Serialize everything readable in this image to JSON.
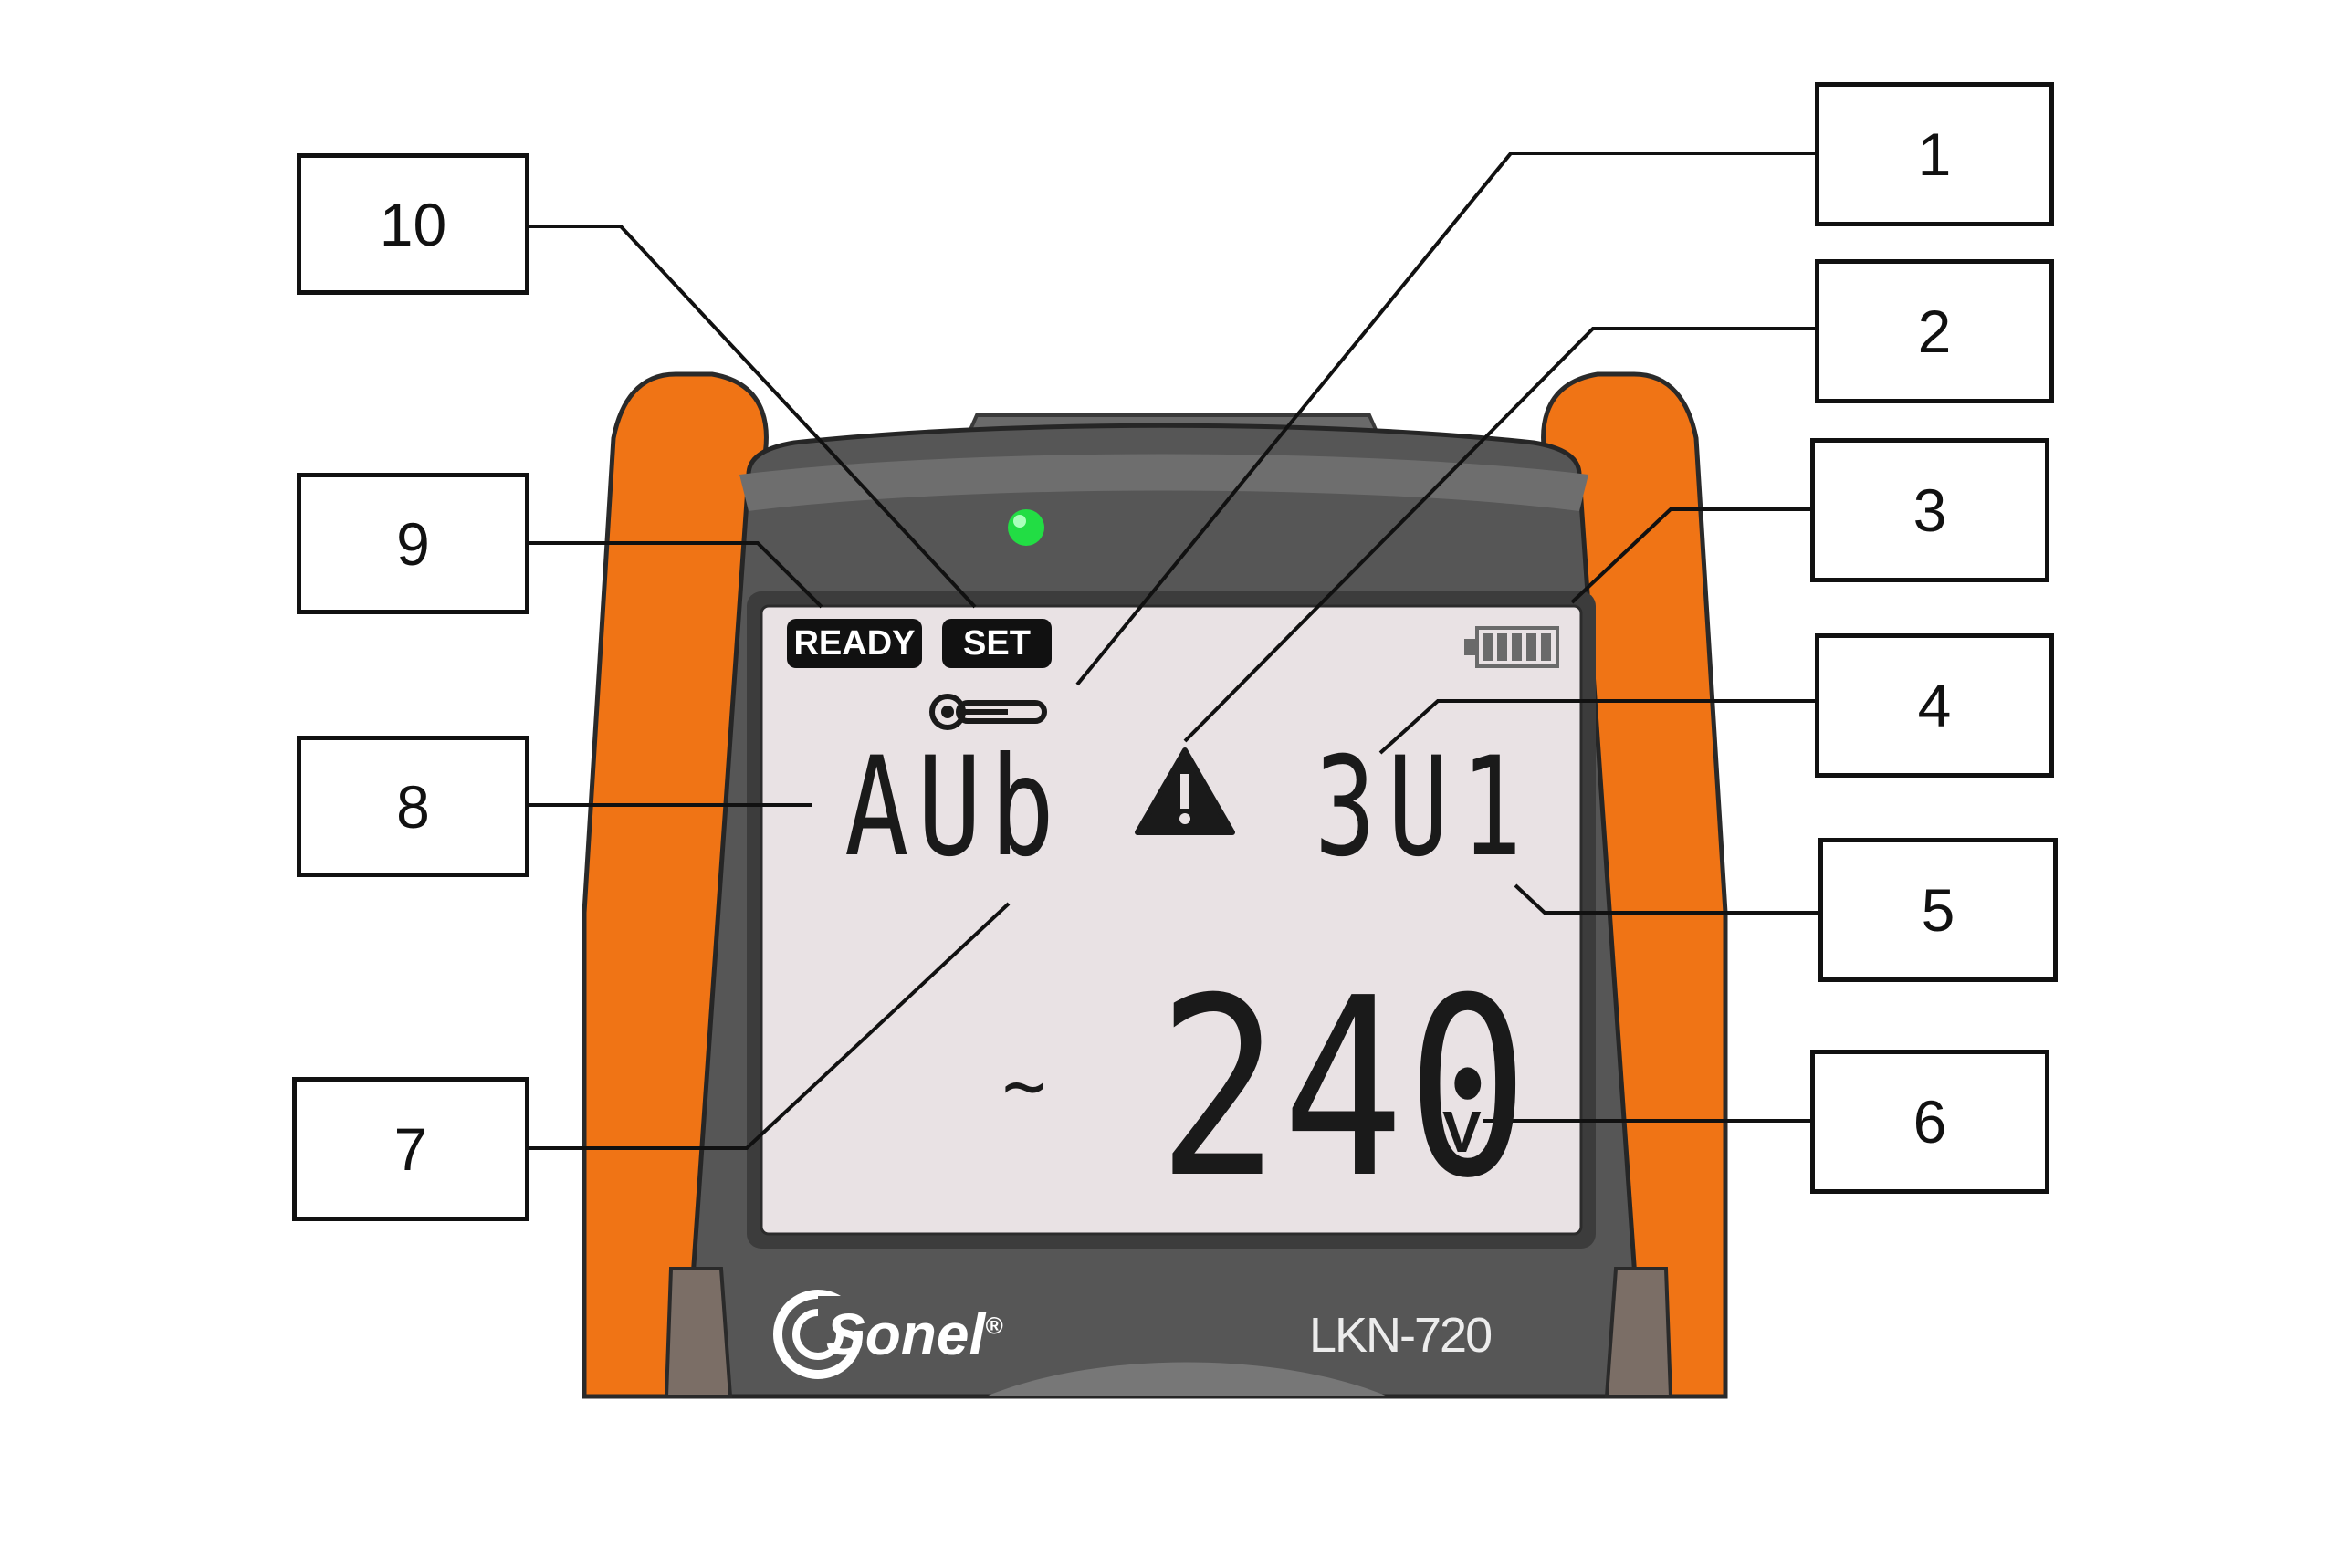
{
  "device": {
    "brand": "Sonel",
    "registered_mark": "®",
    "model": "LKN-720",
    "body_color": "#555555",
    "rubber_color": "#f07415",
    "led_color": "#22dd44",
    "lcd_color": "#e9e2e4"
  },
  "lcd": {
    "ready_label": "READY",
    "set_label": "SET",
    "thermometer_icon": "thermometer-icon",
    "warning_icon": "warning-icon",
    "battery_icon": "battery-icon",
    "battery_level_fraction": 1.0,
    "mode_text": "AUb",
    "channel_text": "3U1",
    "ac_symbol": "~",
    "main_reading": "240",
    "unit": "V"
  },
  "callouts": [
    {
      "id": "1",
      "label": "1"
    },
    {
      "id": "2",
      "label": "2"
    },
    {
      "id": "3",
      "label": "3"
    },
    {
      "id": "4",
      "label": "4"
    },
    {
      "id": "5",
      "label": "5"
    },
    {
      "id": "6",
      "label": "6"
    },
    {
      "id": "7",
      "label": "7"
    },
    {
      "id": "8",
      "label": "8"
    },
    {
      "id": "9",
      "label": "9"
    },
    {
      "id": "10",
      "label": "10"
    }
  ]
}
